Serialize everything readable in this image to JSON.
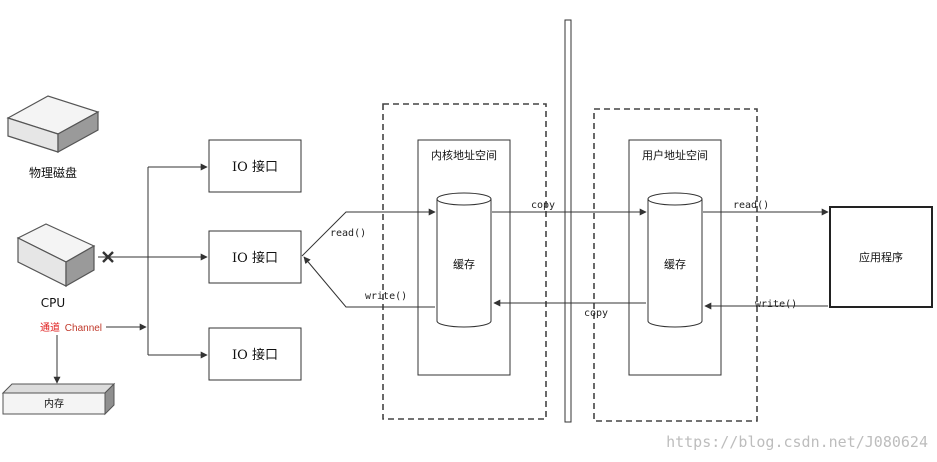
{
  "labels": {
    "disk": "物理磁盘",
    "cpu": "CPU",
    "channel_prefix": "通道",
    "channel_name": "Channel",
    "memory": "内存",
    "io_top": "IO 接口",
    "io_middle": "IO 接口",
    "io_bottom": "IO 接口",
    "kernel_space": "内核地址空间",
    "kernel_buffer": "缓存",
    "user_space": "用户地址空间",
    "user_buffer": "缓存",
    "application": "应用程序",
    "read_kernel": "read()",
    "write_kernel": "write()",
    "copy_top": "copy",
    "copy_bottom": "copy",
    "read_app": "read()",
    "write_app": "write()"
  },
  "watermark": "https://blog.csdn.net/J080624",
  "colors": {
    "line": "#333333",
    "channel_prefix": "#e02020",
    "channel_name": "#c0392b",
    "watermark": "#bdbdbd"
  }
}
